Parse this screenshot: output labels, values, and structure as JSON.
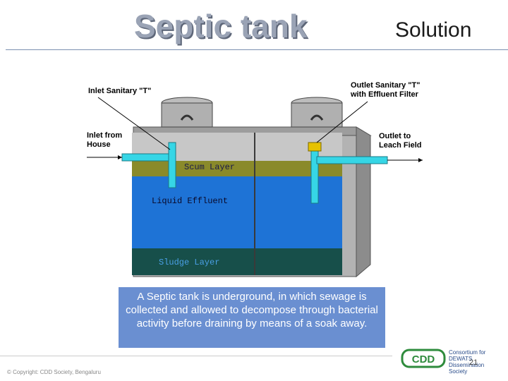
{
  "title": "Septic tank",
  "subtitle": "Solution",
  "diagram": {
    "inlet_sanitary_t": "Inlet Sanitary \"T\"",
    "outlet_sanitary_t_line1": "Outlet Sanitary \"T\"",
    "outlet_sanitary_t_line2": "with Effluent Filter",
    "inlet_from_line1": "Inlet from",
    "inlet_from_line2": "House",
    "outlet_to_line1": "Outlet to",
    "outlet_to_line2": "Leach Field",
    "scum_layer": "Scum Layer",
    "liquid_effluent": "Liquid Effluent",
    "sludge_layer": "Sludge Layer",
    "colors": {
      "scum": "#8a8a2a",
      "liquid": "#1e73d6",
      "sludge": "#174f4a",
      "pipe": "#36d6e6",
      "tank": "#b3b3b3"
    }
  },
  "caption": "A Septic tank is underground, in which sewage is collected and allowed to decompose through bacterial activity before draining by means of a soak away.",
  "footer": {
    "copyright": "© Copyright: CDD Society, Bengaluru",
    "logo_mark": "CDD",
    "logo_line1": "Consortium for",
    "logo_line2": "DEWATS",
    "logo_line3": "Dissemination",
    "logo_line4": "Society",
    "page_number": "21"
  }
}
